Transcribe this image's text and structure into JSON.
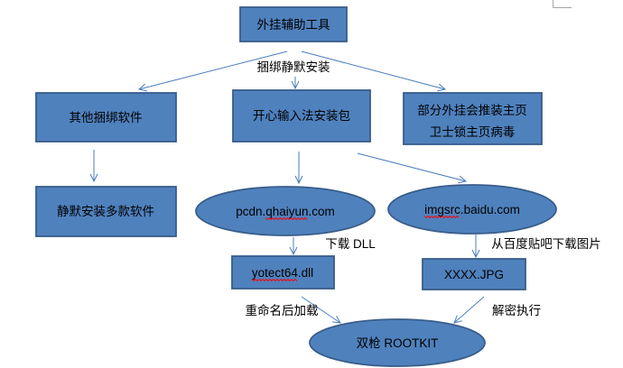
{
  "nodes": {
    "tool": "外挂辅助工具",
    "other_bundled": "其他捆绑软件",
    "silent_install": "静默安装多款软件",
    "installer": "开心输入法安装包",
    "homepage_lines": [
      "部分外挂会推装主页",
      "卫士锁主页病毒"
    ],
    "pcdn_host": "pcdn.qhaiyun.com",
    "imgsrc_host": "imgsrc.baidu.com",
    "dll_file": "yotect64.dll",
    "jpg_file": "XXXX.JPG",
    "rootkit": "双枪 ROOTKIT"
  },
  "edge_labels": {
    "bundle_silent_install": "捆绑静默安装",
    "download_dll": "下载 DLL",
    "download_image": "从百度贴吧下载图片",
    "rename_load": "重命名后加载",
    "decrypt_execute": "解密执行"
  },
  "colors": {
    "shape_fill": "#4F81BD",
    "shape_border": "#385D8A",
    "connector": "#4A7EBB",
    "text": "#000000",
    "spellcheck": "#FF0000",
    "crop_mark": "#A6A6A6"
  }
}
